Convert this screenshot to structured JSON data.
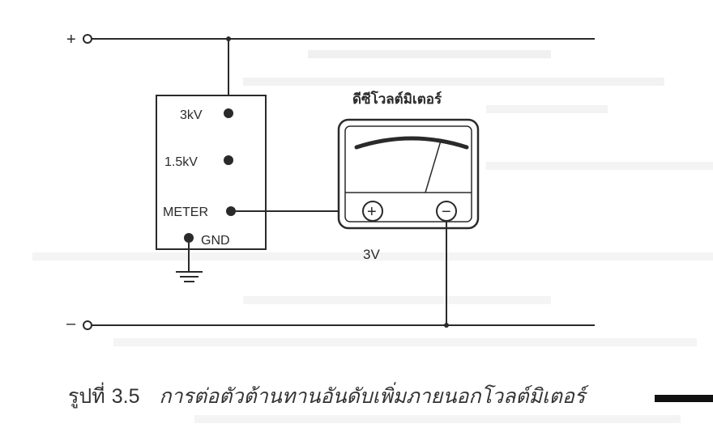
{
  "diagram": {
    "positive_terminal": "+",
    "negative_terminal": "–",
    "divider_box": {
      "taps": [
        "3kV",
        "1.5kV",
        "METER"
      ],
      "ground_label": "GND"
    },
    "meter": {
      "title": "ดีซีโวลต์มิเตอร์",
      "plus_terminal": "+",
      "minus_terminal": "−",
      "range_label": "3V"
    }
  },
  "caption": {
    "figure_label": "รูปที่",
    "figure_number": "3.5",
    "title": "การต่อตัวต้านทานอันดับเพิ่มภายนอกโวลต์มิเตอร์"
  },
  "colors": {
    "ink": "#2a2a2a",
    "paper": "#ffffff",
    "bleed_through": "#bcbcbc"
  }
}
